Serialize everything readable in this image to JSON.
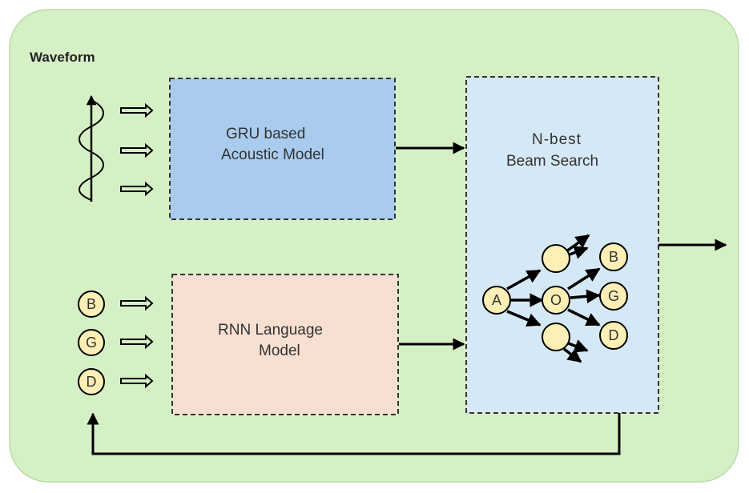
{
  "title": "Waveform",
  "acoustic_model": {
    "line1": "GRU  based",
    "line2": "Acoustic Model"
  },
  "language_model": {
    "line1": "RNN Language",
    "line2": "Model"
  },
  "beam_search": {
    "line1": "N-best",
    "line2": "Beam Search"
  },
  "input_tokens": [
    "B",
    "G",
    "D"
  ],
  "tree_nodes": {
    "root": "A",
    "middle": "O",
    "top": "",
    "bottom": "",
    "outputs": [
      "B",
      "G",
      "D"
    ]
  },
  "colors": {
    "background": "#d6f0c6",
    "acoustic": "#a9cbee",
    "language": "#f7dfd1",
    "beam": "#d5e8f5",
    "node": "#fdefb5"
  }
}
